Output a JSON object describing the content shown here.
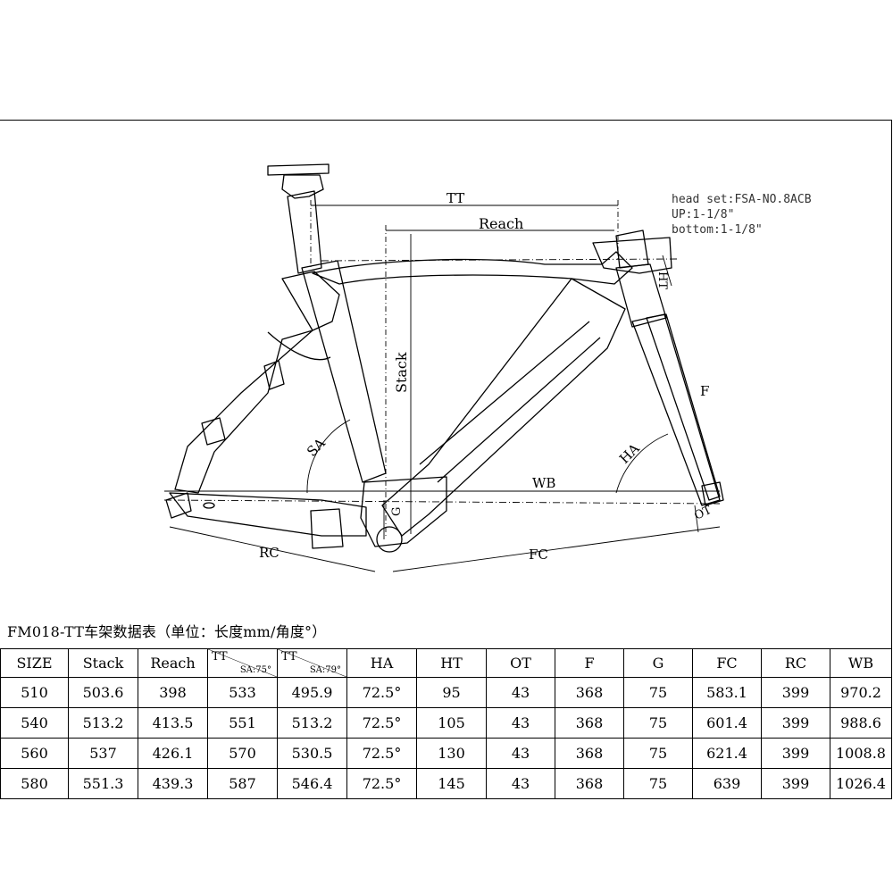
{
  "diagram": {
    "labels": {
      "tt": "TT",
      "reach": "Reach",
      "stack": "Stack",
      "sa": "SA",
      "ha": "HA",
      "ht": "HT",
      "f": "F",
      "wb": "WB",
      "g": "G",
      "ot": "OT",
      "rc": "RC",
      "fc": "FC"
    },
    "headset_note": {
      "line1": "head set:FSA-NO.8ACB",
      "line2": "UP:1-1/8\"",
      "line3": "bottom:1-1/8\""
    }
  },
  "table": {
    "title": "FM018-TT车架数据表（单位：长度mm/角度°）",
    "headers": [
      "SIZE",
      "Stack",
      "Reach",
      "TT",
      "TT",
      "HA",
      "HT",
      "OT",
      "F",
      "G",
      "FC",
      "RC",
      "WB"
    ],
    "tt_sub": [
      "SA:75°",
      "SA:79°"
    ],
    "rows": [
      [
        "510",
        "503.6",
        "398",
        "533",
        "495.9",
        "72.5°",
        "95",
        "43",
        "368",
        "75",
        "583.1",
        "399",
        "970.2"
      ],
      [
        "540",
        "513.2",
        "413.5",
        "551",
        "513.2",
        "72.5°",
        "105",
        "43",
        "368",
        "75",
        "601.4",
        "399",
        "988.6"
      ],
      [
        "560",
        "537",
        "426.1",
        "570",
        "530.5",
        "72.5°",
        "130",
        "43",
        "368",
        "75",
        "621.4",
        "399",
        "1008.8"
      ],
      [
        "580",
        "551.3",
        "439.3",
        "587",
        "546.4",
        "72.5°",
        "145",
        "43",
        "368",
        "75",
        "639",
        "399",
        "1026.4"
      ]
    ]
  }
}
